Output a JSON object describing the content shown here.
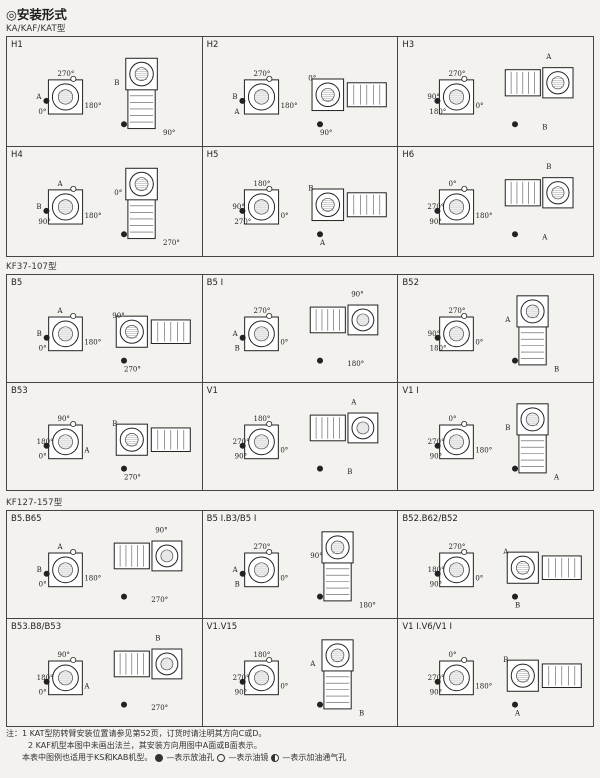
{
  "page_title": "◎安装形式",
  "sections": [
    {
      "title": "KA/KAF/KAT型",
      "cells": [
        {
          "label": "H1",
          "d": [
            "270°",
            "A",
            "0°",
            "180°",
            "B",
            "90°"
          ]
        },
        {
          "label": "H2",
          "d": [
            "270°",
            "B",
            "A",
            "180°",
            "0°",
            "90°"
          ]
        },
        {
          "label": "H3",
          "d": [
            "270°",
            "90°",
            "180°",
            "0°",
            "A",
            "B"
          ]
        },
        {
          "label": "H4",
          "d": [
            "A",
            "B",
            "90°",
            "180°",
            "0°",
            "270°"
          ]
        },
        {
          "label": "H5",
          "d": [
            "180°",
            "90°",
            "270°",
            "0°",
            "B",
            "A"
          ]
        },
        {
          "label": "H6",
          "d": [
            "0°",
            "270°",
            "90°",
            "180°",
            "B",
            "A"
          ]
        }
      ]
    },
    {
      "title": "KF37-107型",
      "cells": [
        {
          "label": "B5",
          "d": [
            "A",
            "B",
            "0°",
            "180°",
            "90°",
            "270°"
          ]
        },
        {
          "label": "B5 Ⅰ",
          "d": [
            "270°",
            "A",
            "B",
            "0°",
            "90°",
            "180°"
          ]
        },
        {
          "label": "B52",
          "d": [
            "270°",
            "90°",
            "180°",
            "0°",
            "A",
            "B"
          ]
        },
        {
          "label": "B53",
          "d": [
            "90°",
            "180°",
            "0°",
            "A",
            "B",
            "270°"
          ]
        },
        {
          "label": "V1",
          "d": [
            "180°",
            "270°",
            "90°",
            "0°",
            "A",
            "B"
          ]
        },
        {
          "label": "V1 Ⅰ",
          "d": [
            "0°",
            "270°",
            "90°",
            "180°",
            "B",
            "A"
          ]
        }
      ]
    },
    {
      "title": "KF127-157型",
      "cells": [
        {
          "label": "B5.B65",
          "d": [
            "A",
            "B",
            "0°",
            "180°",
            "90°",
            "270°"
          ]
        },
        {
          "label": "B5 Ⅰ.B3/B5 Ⅰ",
          "d": [
            "270°",
            "A",
            "B",
            "0°",
            "90°",
            "180°"
          ]
        },
        {
          "label": "B52.B62/B52",
          "d": [
            "270°",
            "180°",
            "90°",
            "0°",
            "A",
            "B"
          ]
        },
        {
          "label": "B53.B8/B53",
          "d": [
            "90°",
            "180°",
            "0°",
            "A",
            "B",
            "270°"
          ]
        },
        {
          "label": "V1.V15",
          "d": [
            "180°",
            "270°",
            "90°",
            "0°",
            "A",
            "B"
          ]
        },
        {
          "label": "V1 Ⅰ.V6/V1 Ⅰ",
          "d": [
            "0°",
            "270°",
            "90°",
            "180°",
            "B",
            "A"
          ]
        }
      ]
    }
  ],
  "notes": {
    "prefix": "注：",
    "line1": "1  KAT型防转臂安装位置请参见第52页，订货时请注明其方向C或D。",
    "line2": "2  KAF机型本图中未画出法兰，其安装方向用图中A面或B面表示。",
    "line3": "本表中图例也适用于KS和KAB机型。",
    "legend": [
      "—表示放油孔",
      "—表示油镜",
      "—表示加油通气孔"
    ]
  }
}
